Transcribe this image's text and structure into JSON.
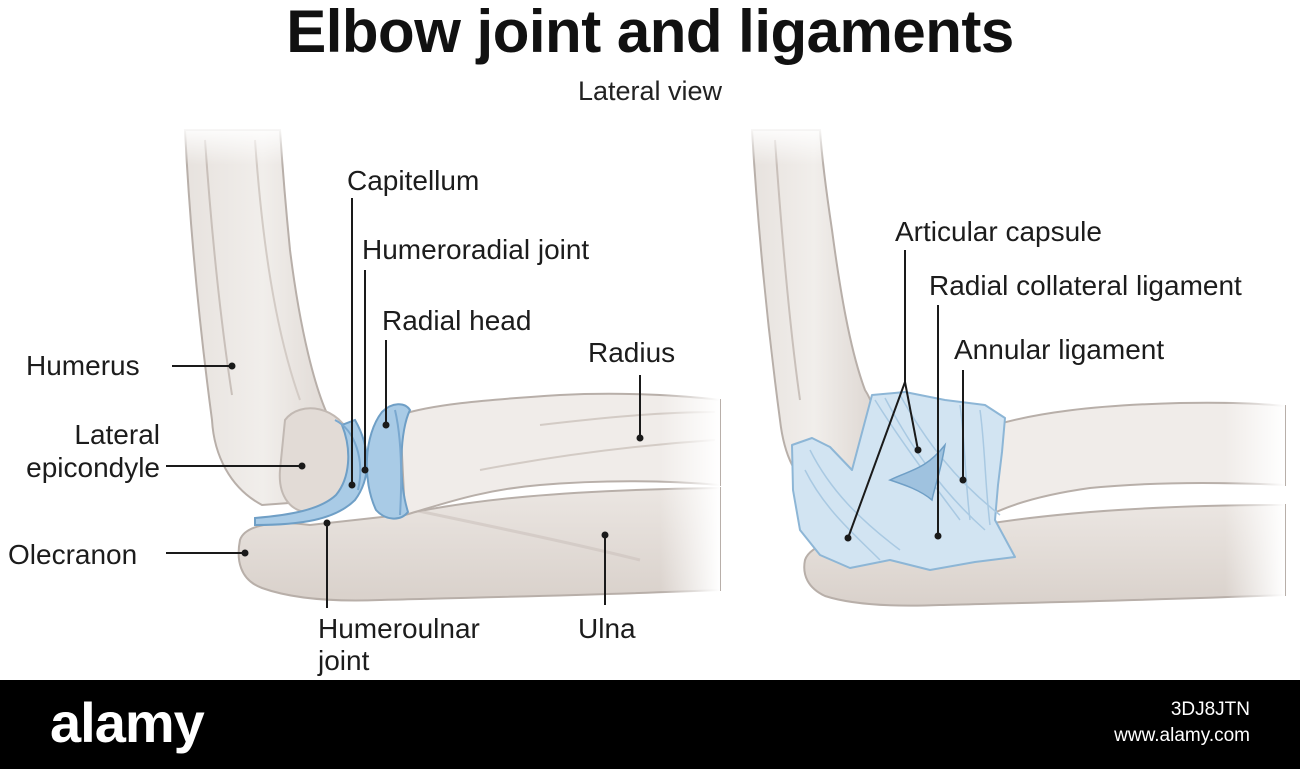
{
  "title": "Elbow joint and ligaments",
  "subtitle": "Lateral view",
  "left_panel": {
    "labels": {
      "capitellum": "Capitellum",
      "humeroradial_joint": "Humeroradial joint",
      "radial_head": "Radial head",
      "radius": "Radius",
      "humerus": "Humerus",
      "lateral_epicondyle_line1": "Lateral",
      "lateral_epicondyle_line2": "epicondyle",
      "olecranon": "Olecranon",
      "humeroulnar_line1": "Humeroulnar",
      "humeroulnar_line2": "joint",
      "ulna": "Ulna"
    }
  },
  "right_panel": {
    "labels": {
      "articular_capsule": "Articular capsule",
      "radial_collateral_ligament": "Radial collateral ligament",
      "annular_ligament": "Annular ligament"
    }
  },
  "footer": {
    "logo": "alamy",
    "image_id": "3DJ8JTN",
    "url": "www.alamy.com"
  },
  "colors": {
    "bone": "#ede9e6",
    "bone_shadow": "#c9c0ba",
    "bone_outline": "#b5aca6",
    "cartilage": "#a9cbe6",
    "cartilage_outline": "#6f9fc6",
    "ligament": "#cfe2f1",
    "leader_line": "#1a1a1a"
  }
}
